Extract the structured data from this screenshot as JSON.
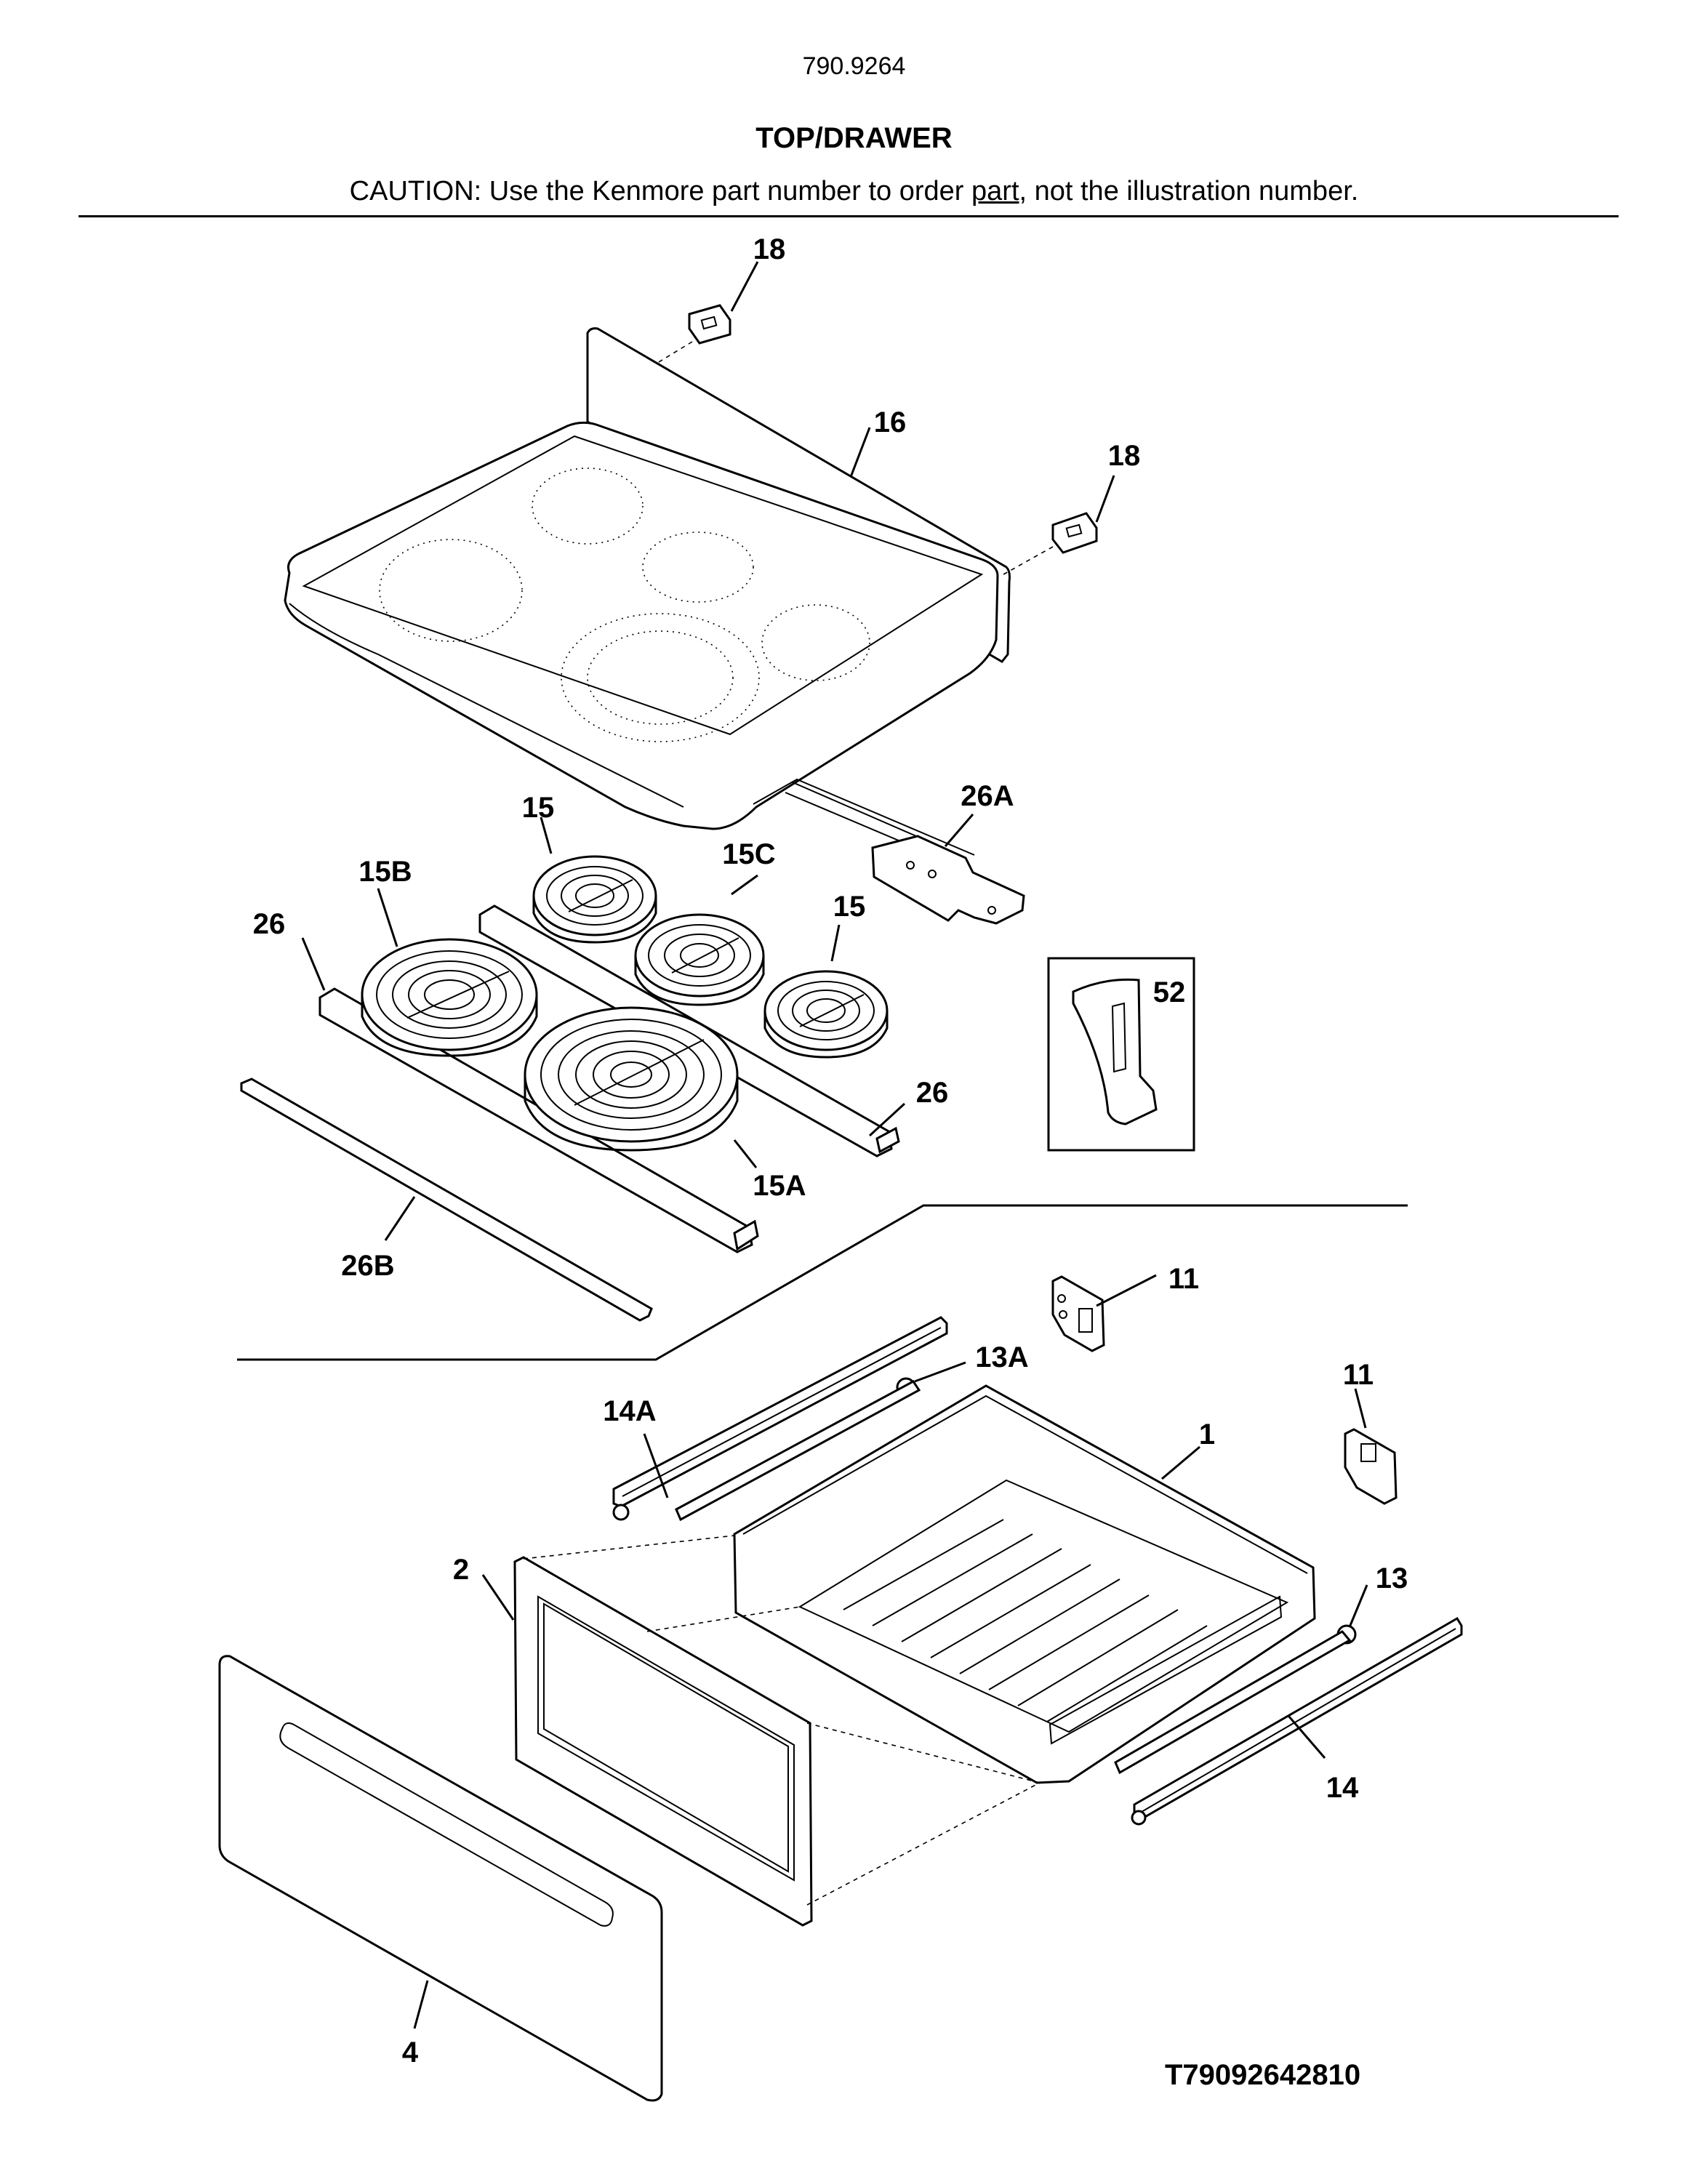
{
  "header": {
    "model_number": "790.9264",
    "title": "TOP/DRAWER",
    "caution_prefix": "CAUTION: Use the Kenmore part number to order ",
    "caution_underlined": "part",
    "caution_suffix": ", not the illustration number."
  },
  "callouts": {
    "c18a": "18",
    "c16": "16",
    "c18b": "18",
    "c26A": "26A",
    "c15a": "15",
    "c15B": "15B",
    "c15C": "15C",
    "c15b": "15",
    "c26a": "26",
    "c52": "52",
    "c26b": "26",
    "c15A": "15A",
    "c26B": "26B",
    "c11a": "11",
    "c13A": "13A",
    "c11b": "11",
    "c14A": "14A",
    "c1": "1",
    "c2": "2",
    "c13": "13",
    "c14": "14",
    "c4": "4"
  },
  "footer": {
    "diagram_id": "T79092642810"
  }
}
